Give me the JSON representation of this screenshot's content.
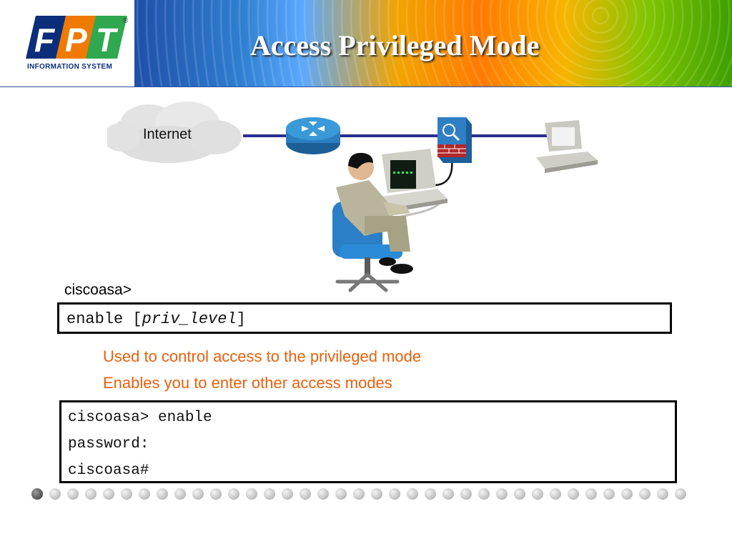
{
  "header": {
    "title": "Access Privileged Mode",
    "logo_text": "FPT",
    "logo_subtext": "INFORMATION SYSTEM",
    "logo_mark": "®"
  },
  "diagram": {
    "internet_label": "Internet"
  },
  "prompt_label": "ciscoasa>",
  "syntax": {
    "command": "enable [",
    "param": "priv_level",
    "close": "]"
  },
  "bullets": [
    "Used to control access to the privileged mode",
    "Enables you to enter other access modes"
  ],
  "example_lines": [
    "ciscoasa> enable",
    "password:",
    "ciscoasa#"
  ],
  "pager": {
    "dot_count": 37,
    "active_index": 0
  },
  "colors": {
    "accent_orange": "#e8600d",
    "header_rule": "#2a4f9e",
    "logo_blue": "#0b2e7a",
    "logo_green": "#2fa84f"
  }
}
